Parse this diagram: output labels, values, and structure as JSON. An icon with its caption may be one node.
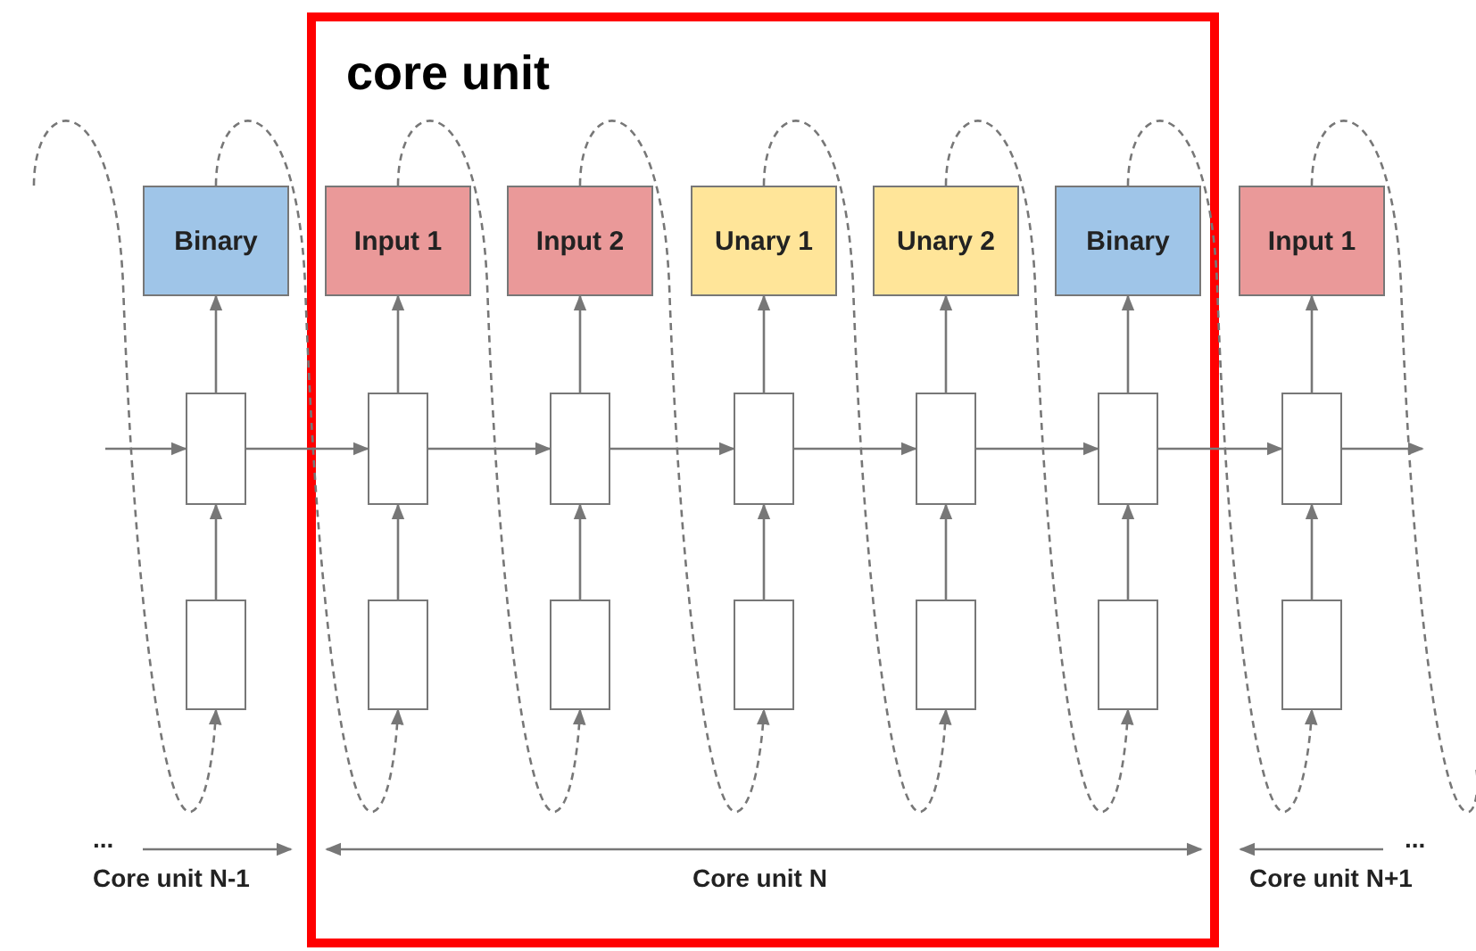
{
  "diagram": {
    "nodes": [
      {
        "text": [
          "core unit"
        ]
      },
      {
        "text": [
          "Binary"
        ]
      },
      {
        "text": [
          "Input 1"
        ],
        "in": 0
      },
      {
        "text": [
          "Input 2"
        ],
        "in": 0
      },
      {
        "text": [
          "Unary 1"
        ],
        "in": 0
      },
      {
        "text": [
          "Unary 2"
        ],
        "in": 0
      },
      {
        "text": [
          "Binary"
        ],
        "in": 0
      },
      {
        "text": [
          "Input 1"
        ]
      },
      {
        "text": [],
        "shape": "box"
      },
      {
        "text": [],
        "shape": "box",
        "in": 0
      },
      {
        "text": [],
        "shape": "box",
        "in": 0
      },
      {
        "text": [],
        "shape": "box",
        "in": 0
      },
      {
        "text": [],
        "shape": "box",
        "in": 0
      },
      {
        "text": [],
        "shape": "box",
        "in": 0
      },
      {
        "text": [],
        "shape": "box"
      },
      {
        "text": [],
        "shape": "box"
      },
      {
        "text": [],
        "shape": "box",
        "in": 0
      },
      {
        "text": [],
        "shape": "box",
        "in": 0
      },
      {
        "text": [],
        "shape": "box",
        "in": 0
      },
      {
        "text": [],
        "shape": "box",
        "in": 0
      },
      {
        "text": [],
        "shape": "box",
        "in": 0
      },
      {
        "text": [],
        "shape": "box"
      }
    ],
    "edges": [
      {
        "from": null,
        "to": 8,
        "arrow": "to"
      },
      {
        "from": 8,
        "to": 9,
        "arrow": "to"
      },
      {
        "from": 9,
        "to": 10,
        "arrow": "to"
      },
      {
        "from": 10,
        "to": 11,
        "arrow": "to"
      },
      {
        "from": 11,
        "to": 12,
        "arrow": "to"
      },
      {
        "from": 12,
        "to": 13,
        "arrow": "to"
      },
      {
        "from": 13,
        "to": 14,
        "arrow": "to"
      },
      {
        "from": 14,
        "to": null,
        "arrow": "to"
      },
      {
        "from": 8,
        "to": 1,
        "arrow": "to"
      },
      {
        "from": 9,
        "to": 2,
        "arrow": "to"
      },
      {
        "from": 10,
        "to": 3,
        "arrow": "to"
      },
      {
        "from": 11,
        "to": 4,
        "arrow": "to"
      },
      {
        "from": 12,
        "to": 5,
        "arrow": "to"
      },
      {
        "from": 13,
        "to": 6,
        "arrow": "to"
      },
      {
        "from": 14,
        "to": 7,
        "arrow": "to"
      },
      {
        "from": 15,
        "to": 8,
        "arrow": "to"
      },
      {
        "from": 16,
        "to": 9,
        "arrow": "to"
      },
      {
        "from": 17,
        "to": 10,
        "arrow": "to"
      },
      {
        "from": 18,
        "to": 11,
        "arrow": "to"
      },
      {
        "from": 19,
        "to": 12,
        "arrow": "to"
      },
      {
        "from": 20,
        "to": 13,
        "arrow": "to"
      },
      {
        "from": 21,
        "to": 14,
        "arrow": "to"
      },
      {
        "from": null,
        "to": 15,
        "arrow": "to",
        "style": "dashed"
      },
      {
        "from": 1,
        "to": 16,
        "arrow": "to",
        "style": "dashed"
      },
      {
        "from": 2,
        "to": 17,
        "arrow": "to",
        "style": "dashed"
      },
      {
        "from": 3,
        "to": 18,
        "arrow": "to",
        "style": "dashed"
      },
      {
        "from": 4,
        "to": 19,
        "arrow": "to",
        "style": "dashed"
      },
      {
        "from": 5,
        "to": 20,
        "arrow": "to",
        "style": "dashed"
      },
      {
        "from": 6,
        "to": 21,
        "arrow": "to",
        "style": "dashed"
      },
      {
        "from": 7,
        "to": null,
        "arrow": "none",
        "style": "dashed"
      }
    ],
    "labels": [
      "...",
      "Core unit N-1",
      "Core unit N",
      "...",
      "Core unit N+1"
    ]
  }
}
